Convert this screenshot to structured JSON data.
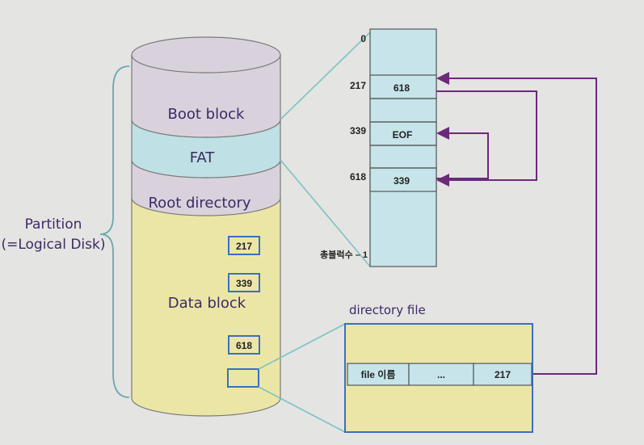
{
  "partition_label_line1": "Partition",
  "partition_label_line2": "(=Logical Disk)",
  "cylinder": {
    "boot_block": "Boot block",
    "fat": "FAT",
    "root_directory": "Root directory",
    "data_block": "Data block",
    "blocks": [
      "217",
      "339",
      "618"
    ]
  },
  "fat_table": {
    "index_top": "0",
    "index_bottom": "총블럭수 – 1",
    "rows": [
      {
        "index": "217",
        "value": "618"
      },
      {
        "index": "339",
        "value": "EOF"
      },
      {
        "index": "618",
        "value": "339"
      }
    ]
  },
  "directory_file": {
    "title": "directory file",
    "entry_name": "file 이름",
    "entry_mid": "...",
    "entry_start": "217"
  },
  "colors": {
    "cylinder_top": "#d9d2dc",
    "fat_band": "#bfe0e4",
    "data_region": "#ece6a6",
    "table_fill": "#c6e4ea",
    "arrow": "#6b2a7a",
    "zoom_line": "#7cc3c3",
    "box_border": "#3a6fc4",
    "dir_fill": "#ece6a6"
  }
}
